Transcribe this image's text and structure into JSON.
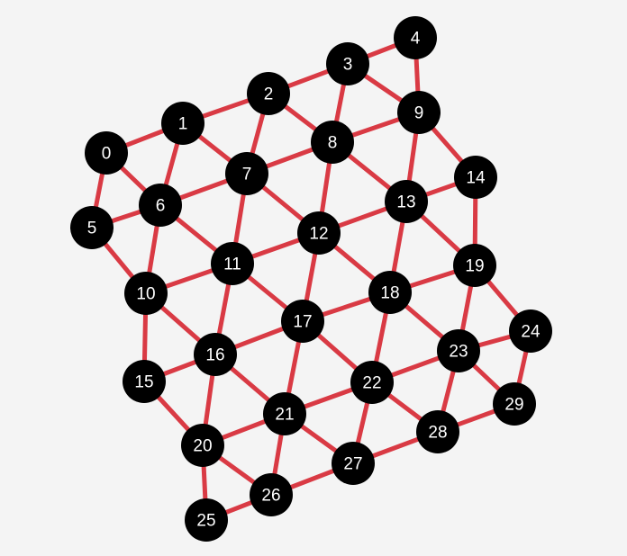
{
  "graph": {
    "colors": {
      "edge": "#d93a44",
      "node": "#000000",
      "label": "#ffffff",
      "background": "#f4f4f4"
    },
    "nodes": [
      {
        "id": "0",
        "label": "0"
      },
      {
        "id": "1",
        "label": "1"
      },
      {
        "id": "2",
        "label": "2"
      },
      {
        "id": "3",
        "label": "3"
      },
      {
        "id": "4",
        "label": "4"
      },
      {
        "id": "5",
        "label": "5"
      },
      {
        "id": "6",
        "label": "6"
      },
      {
        "id": "7",
        "label": "7"
      },
      {
        "id": "8",
        "label": "8"
      },
      {
        "id": "9",
        "label": "9"
      },
      {
        "id": "10",
        "label": "10"
      },
      {
        "id": "11",
        "label": "11"
      },
      {
        "id": "12",
        "label": "12"
      },
      {
        "id": "13",
        "label": "13"
      },
      {
        "id": "14",
        "label": "14"
      },
      {
        "id": "15",
        "label": "15"
      },
      {
        "id": "16",
        "label": "16"
      },
      {
        "id": "17",
        "label": "17"
      },
      {
        "id": "18",
        "label": "18"
      },
      {
        "id": "19",
        "label": "19"
      },
      {
        "id": "20",
        "label": "20"
      },
      {
        "id": "21",
        "label": "21"
      },
      {
        "id": "22",
        "label": "22"
      },
      {
        "id": "23",
        "label": "23"
      },
      {
        "id": "24",
        "label": "24"
      },
      {
        "id": "25",
        "label": "25"
      },
      {
        "id": "26",
        "label": "26"
      },
      {
        "id": "27",
        "label": "27"
      },
      {
        "id": "28",
        "label": "28"
      },
      {
        "id": "29",
        "label": "29"
      }
    ],
    "edges": [
      [
        "0",
        "1"
      ],
      [
        "1",
        "2"
      ],
      [
        "2",
        "3"
      ],
      [
        "3",
        "4"
      ],
      [
        "0",
        "6"
      ],
      [
        "1",
        "7"
      ],
      [
        "2",
        "8"
      ],
      [
        "3",
        "9"
      ],
      [
        "4",
        "9"
      ],
      [
        "0",
        "5"
      ],
      [
        "5",
        "6"
      ],
      [
        "6",
        "7"
      ],
      [
        "7",
        "8"
      ],
      [
        "8",
        "9"
      ],
      [
        "1",
        "6"
      ],
      [
        "2",
        "7"
      ],
      [
        "3",
        "8"
      ],
      [
        "9",
        "13"
      ],
      [
        "9",
        "14"
      ],
      [
        "5",
        "10"
      ],
      [
        "6",
        "10"
      ],
      [
        "7",
        "11"
      ],
      [
        "8",
        "12"
      ],
      [
        "14",
        "19"
      ],
      [
        "6",
        "11"
      ],
      [
        "7",
        "12"
      ],
      [
        "8",
        "13"
      ],
      [
        "13",
        "14"
      ],
      [
        "10",
        "11"
      ],
      [
        "11",
        "12"
      ],
      [
        "12",
        "13"
      ],
      [
        "13",
        "18"
      ],
      [
        "13",
        "19"
      ],
      [
        "10",
        "15"
      ],
      [
        "10",
        "16"
      ],
      [
        "11",
        "16"
      ],
      [
        "11",
        "17"
      ],
      [
        "12",
        "17"
      ],
      [
        "12",
        "18"
      ],
      [
        "18",
        "19"
      ],
      [
        "19",
        "23"
      ],
      [
        "19",
        "24"
      ],
      [
        "15",
        "16"
      ],
      [
        "16",
        "17"
      ],
      [
        "17",
        "18"
      ],
      [
        "18",
        "22"
      ],
      [
        "18",
        "23"
      ],
      [
        "23",
        "24"
      ],
      [
        "15",
        "20"
      ],
      [
        "16",
        "20"
      ],
      [
        "16",
        "21"
      ],
      [
        "17",
        "21"
      ],
      [
        "17",
        "22"
      ],
      [
        "22",
        "23"
      ],
      [
        "23",
        "28"
      ],
      [
        "23",
        "29"
      ],
      [
        "24",
        "29"
      ],
      [
        "20",
        "21"
      ],
      [
        "21",
        "22"
      ],
      [
        "22",
        "27"
      ],
      [
        "22",
        "28"
      ],
      [
        "28",
        "29"
      ],
      [
        "20",
        "25"
      ],
      [
        "20",
        "26"
      ],
      [
        "21",
        "26"
      ],
      [
        "21",
        "27"
      ],
      [
        "25",
        "26"
      ],
      [
        "26",
        "27"
      ],
      [
        "27",
        "28"
      ]
    ]
  }
}
